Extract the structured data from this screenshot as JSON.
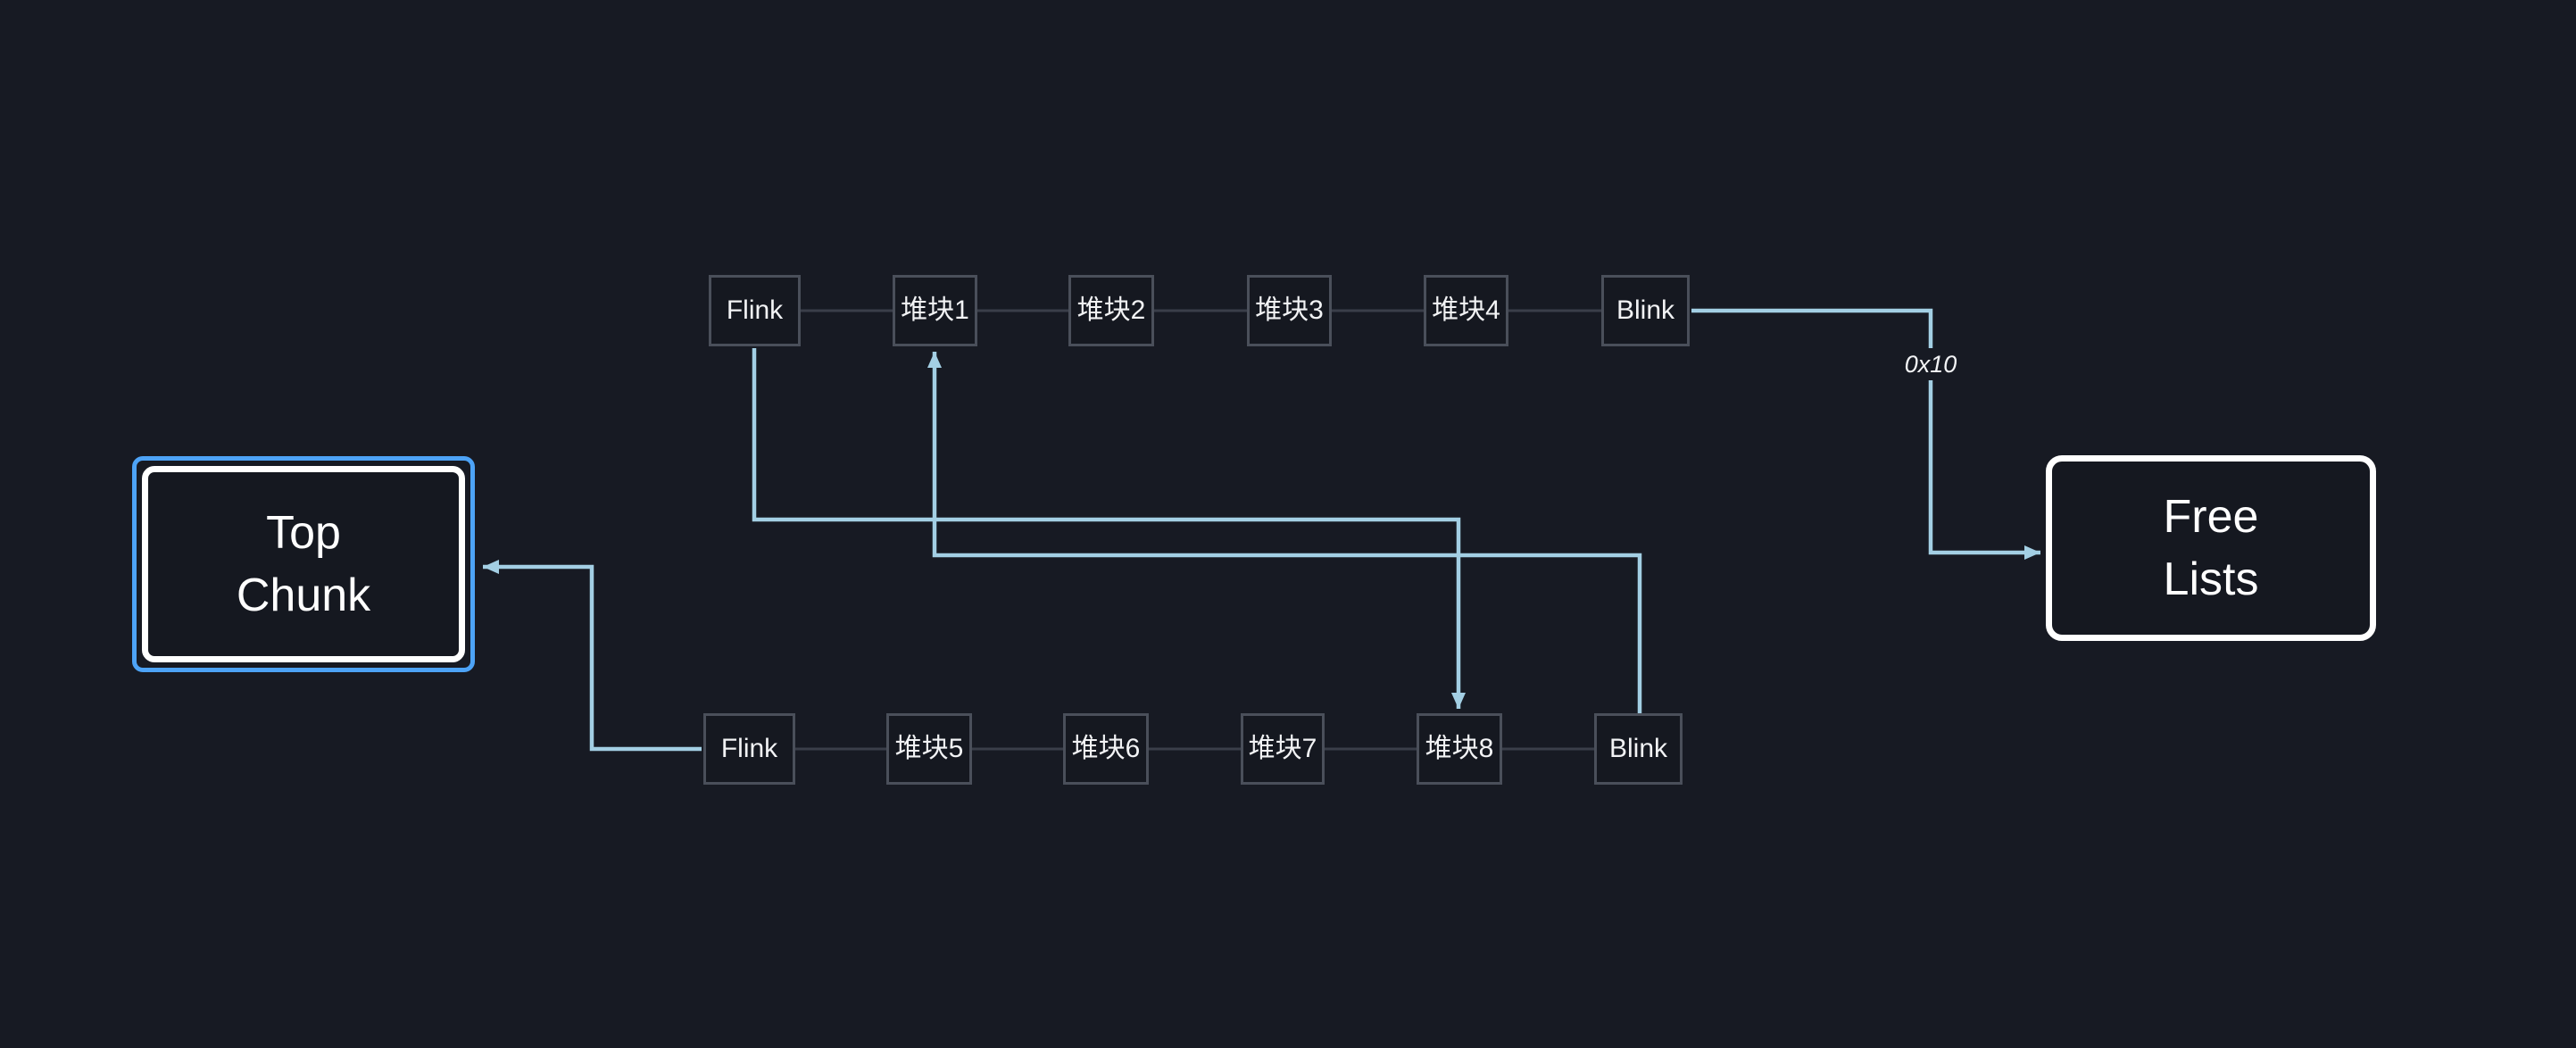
{
  "colors": {
    "bg": "#171a23",
    "node_fill": "#151820",
    "node_border": "#4a4f5a",
    "connector": "#3a3e49",
    "edge": "#a3cfe4",
    "selection": "#4da3f7",
    "white": "#ffffff",
    "text": "#f2f3f5"
  },
  "diagram": {
    "description": "heap chunk doubly-linked free list diagram",
    "nodes": {
      "top_row": {
        "flink": "Flink",
        "chunk1": "堆块1",
        "chunk2": "堆块2",
        "chunk3": "堆块3",
        "chunk4": "堆块4",
        "blink": "Blink"
      },
      "bottom_row": {
        "flink": "Flink",
        "chunk5": "堆块5",
        "chunk6": "堆块6",
        "chunk7": "堆块7",
        "chunk8": "堆块8",
        "blink": "Blink"
      },
      "top_chunk": {
        "line1": "Top",
        "line2": "Chunk",
        "selected": true
      },
      "free_lists": {
        "line1": "Free",
        "line2": "Lists"
      }
    },
    "edge_label_0x10": "0x10",
    "edges": [
      {
        "from": "top-row Flink",
        "to": "堆块8",
        "label": ""
      },
      {
        "from": "bottom-row Blink",
        "to": "堆块1",
        "label": ""
      },
      {
        "from": "top-row Blink",
        "to": "Free Lists",
        "label": "0x10"
      },
      {
        "from": "bottom-row Flink",
        "to": "Top Chunk",
        "label": ""
      }
    ]
  }
}
